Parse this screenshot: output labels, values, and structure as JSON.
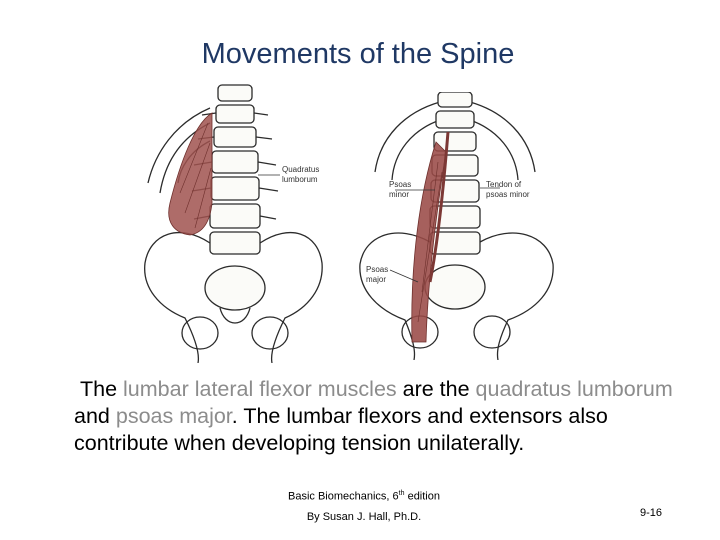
{
  "slide": {
    "title": "Movements of the Spine",
    "figure_labels": {
      "quadratus_lumborum": [
        "Quadratus",
        "lumborum"
      ],
      "psoas_minor": [
        "Psoas",
        "minor"
      ],
      "tendon_psoas_minor": [
        "Tendon of",
        "psoas minor"
      ],
      "psoas_major": [
        "Psoas",
        "major"
      ]
    },
    "body": {
      "part1": "The ",
      "part2": "lumbar lateral flexor muscles",
      "part3": " are the ",
      "part4": "quadratus lumborum",
      "part5": " and ",
      "part6": "psoas major",
      "part7": ". The lumbar flexors and extensors also contribute when developing tension unilaterally."
    },
    "citation": {
      "line1_prefix": "Basic Biomechanics, 6",
      "line1_sup": "th",
      "line1_suffix": " edition",
      "line2": "By Susan J. Hall, Ph.D."
    },
    "page_number": "9-16"
  },
  "colors": {
    "title": "#1f3864",
    "highlight_text": "#8c8c8c",
    "muscle": "#a0524f",
    "bone_outline": "#2b2b2b"
  }
}
